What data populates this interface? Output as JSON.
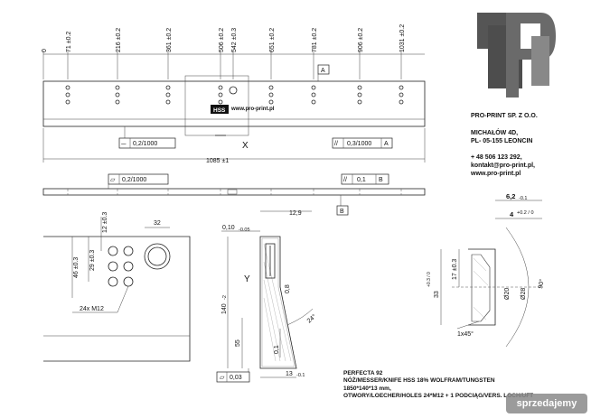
{
  "title_block": {
    "company": "PRO-PRINT SP. Z O.O.",
    "street": "MICHAŁÓW 4D,",
    "city": "PL- 05-155 LEONCIN",
    "phone": "+ 48 506 123 292,",
    "email": "kontakt@pro-print.pl,",
    "web": "www.pro-print.pl"
  },
  "hss_label": {
    "mark": "HSS",
    "web": "www.pro-print.pl"
  },
  "notes": {
    "model": "PERFECTA 92",
    "desc": "NÓŻ/MESSER/KNIFE HSS 18% WOLFRAM/TUNGSTEN",
    "size": "1850*140*13 mm,",
    "holes": "OTWORY/LOECHER/HOLES 24*M12 + 1 PODCIĄG/VERS. LOCH/UFT"
  },
  "watermark": "sprzedajemy",
  "top_dims": [
    "0",
    "71 ±0.2",
    "216 ±0.2",
    "361 ±0.2",
    "506 ±0.2",
    "542 ±0.3",
    "651 ±0.2",
    "781 ±0.2",
    "906 ±0.2",
    "1031 ±0.2"
  ],
  "main_view": {
    "length": "1085 ±1",
    "tol_left": "0,2/1000",
    "tol_right": "0,3/1000",
    "datum_a": "A",
    "datum_a2": "A",
    "section_mark": "X"
  },
  "side_view": {
    "flatness": "0,2/1000",
    "parallel": "0,1",
    "datum_b": "B",
    "datum_b2": "B"
  },
  "detail_left": {
    "d32": "32",
    "d12": "12 ±0.3",
    "d29": "29 ±0.3",
    "d46": "46 ±0.3",
    "thread": "24x M12"
  },
  "section_y": {
    "d129": "12,9",
    "d010": "0,10",
    "d010_tol": "-0.05",
    "d140": "140",
    "d140_tol": "-2",
    "d08": "0,8",
    "angle": "24°",
    "d01": "0,1",
    "d55": "55",
    "d13": "13",
    "d13_tol": "-0.1",
    "flat": "0,03",
    "view_mark": "Y"
  },
  "detail_right": {
    "d62": "6,2",
    "d62_tol": "-0.1",
    "d4": "4",
    "d4_tol": "+0.2 / 0",
    "d17": "17 ±0.3",
    "d33": "33",
    "d33_tol": "+0.3 / 0",
    "dia20": "Ø20",
    "dia28": "Ø28",
    "angle90": "90°",
    "chamfer": "1x45°"
  }
}
